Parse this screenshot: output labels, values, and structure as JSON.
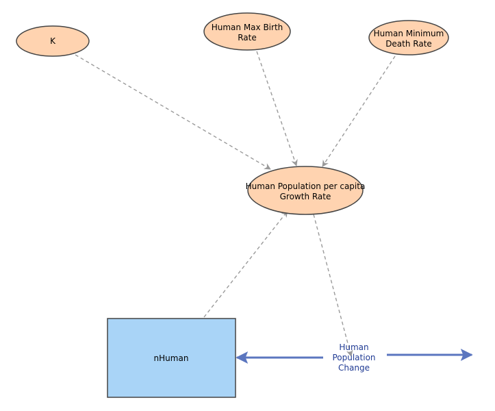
{
  "nodes": {
    "k": {
      "label": "K"
    },
    "max_birth": {
      "line1": "Human Max Birth",
      "line2": "Rate"
    },
    "min_death": {
      "line1": "Human Minimum",
      "line2": "Death Rate"
    },
    "growth_rate": {
      "line1": "Human Population per capita",
      "line2": "Growth Rate"
    },
    "stock": {
      "label": "nHuman"
    },
    "flow": {
      "line1": "Human",
      "line2": "Population",
      "line3": "Change"
    }
  },
  "colors": {
    "variable_fill": "#ffd3b0",
    "variable_stroke": "#444444",
    "stock_fill": "#a9d4f7",
    "stock_stroke": "#444444",
    "flow_arrow": "#5b76bf",
    "link": "#9a9a9a"
  }
}
